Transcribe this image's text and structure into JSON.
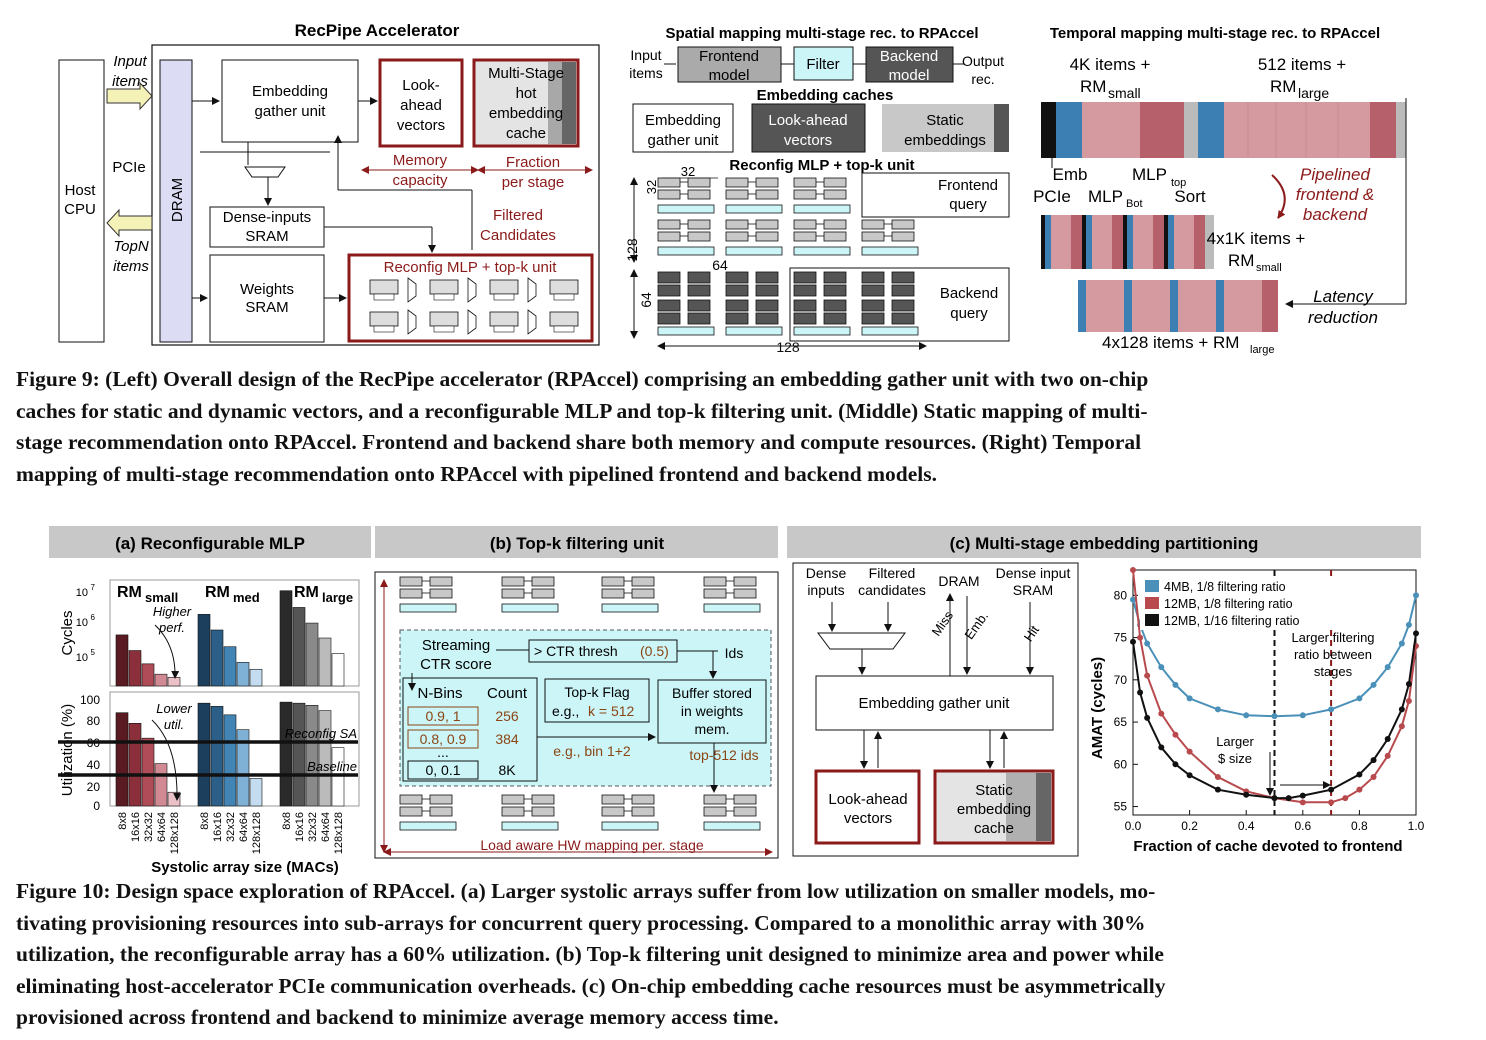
{
  "fig9": {
    "left": {
      "title": "RecPipe Accelerator",
      "host_cpu": [
        "Host",
        "CPU"
      ],
      "input_items": [
        "Input",
        "items"
      ],
      "pcie": "PCIe",
      "topn_items": [
        "TopN",
        "items"
      ],
      "dram": "DRAM",
      "embedding_gather": [
        "Embedding",
        "gather unit"
      ],
      "lookahead": [
        "Look-",
        "ahead",
        "vectors"
      ],
      "multistage_cache": [
        "Multi-Stage",
        "hot",
        "embedding",
        "cache"
      ],
      "memory_capacity": [
        "Memory",
        "capacity"
      ],
      "fraction_per_stage": [
        "Fraction",
        "per stage"
      ],
      "dense_inputs_sram": [
        "Dense-inputs",
        "SRAM"
      ],
      "weights_sram": [
        "Weights",
        "SRAM"
      ],
      "filtered_candidates": [
        "Filtered",
        "Candidates"
      ],
      "reconfig_unit": "Reconfig MLP + top-k unit"
    },
    "middle": {
      "title": "Spatial mapping multi-stage rec. to RPAccel",
      "input_items": [
        "Input",
        "items"
      ],
      "frontend_model": [
        "Frontend",
        "model"
      ],
      "filter": "Filter",
      "backend_model": [
        "Backend",
        "model"
      ],
      "output_rec": [
        "Output",
        "rec."
      ],
      "embedding_caches": "Embedding caches",
      "embedding_gather": [
        "Embedding",
        "gather unit"
      ],
      "lookahead": [
        "Look-ahead",
        "vectors"
      ],
      "static_embeddings": [
        "Static",
        "embeddings"
      ],
      "reconfig_title": "Reconfig MLP + top-k unit",
      "dim_32_top": "32",
      "dim_32_left": "32",
      "dim_128_left": "128",
      "dim_64_mid": "64",
      "dim_64_left": "64",
      "dim_128_bottom": "128",
      "frontend_query": [
        "Frontend",
        "query"
      ],
      "backend_query": [
        "Backend",
        "query"
      ]
    },
    "right": {
      "title": "Temporal mapping multi-stage rec. to RPAccel",
      "label_4k": [
        "4K items +",
        "RM",
        "small"
      ],
      "label_512": [
        "512 items +",
        "RM",
        "large"
      ],
      "emb": "Emb",
      "mlp_top": [
        "MLP",
        "top"
      ],
      "pcie": "PCIe",
      "mlp_bot": [
        "MLP",
        "Bot"
      ],
      "sort": "Sort",
      "pipelined": [
        "Pipelined",
        "frontend &",
        "backend"
      ],
      "label_4x1k": [
        "4x1K items +",
        "RM",
        "small"
      ],
      "latency": [
        "Latency",
        "reduction"
      ],
      "label_4x128": [
        "4x128 items + RM",
        "large"
      ]
    },
    "caption_lines": [
      "Figure 9: (Left) Overall design of the RecPipe accelerator (RPAccel) comprising an embedding gather unit with two on-chip",
      "caches for static and dynamic vectors, and a reconfigurable MLP and top-k filtering unit. (Middle) Static mapping of multi-",
      "stage recommendation onto RPAccel. Frontend and backend share both memory and compute resources. (Right) Temporal",
      "mapping of multi-stage recommendation onto RPAccel with pipelined frontend and backend models."
    ]
  },
  "fig10": {
    "a": {
      "header": "(a) Reconfigurable MLP",
      "rm_small": [
        "RM",
        "small"
      ],
      "rm_med": [
        "RM",
        "med"
      ],
      "rm_large": [
        "RM",
        "large"
      ],
      "higher_perf": [
        "Higher",
        "perf."
      ],
      "lower_util": [
        "Lower",
        "util."
      ],
      "reconfig_sa": "Reconfig SA",
      "baseline": "Baseline",
      "ylabel_cycles": "Cycles",
      "ylabel_util": "Utilization (%)",
      "xlabel": "Systolic array size (MACs)",
      "cycle_ticks": [
        "10",
        "7",
        "10",
        "6",
        "10",
        "5"
      ],
      "util_ticks": [
        "100",
        "80",
        "60",
        "40",
        "20",
        "0"
      ],
      "sizes": [
        "8x8",
        "16x16",
        "32x32",
        "64x64",
        "128x128"
      ]
    },
    "b": {
      "header": "(b) Top-k filtering unit",
      "streaming": [
        "Streaming",
        "CTR score"
      ],
      "ctr_thresh": "> CTR thresh",
      "thresh_val": "(0.5)",
      "ids": "Ids",
      "nbins": "N-Bins",
      "count": "Count",
      "bins": [
        [
          "0.9, 1",
          "256"
        ],
        [
          "0.8, 0.9",
          "384"
        ],
        [
          "0, 0.1",
          "8K"
        ]
      ],
      "dots": "...",
      "topk_flag": "Top-k Flag",
      "eg_k": "e.g., ",
      "k512": "k = 512",
      "eg_bin": "e.g., bin 1+2",
      "buffer": [
        "Buffer stored",
        "in weights",
        "mem."
      ],
      "top512": "top-512 ids",
      "load_aware": "Load aware HW mapping per. stage"
    },
    "c": {
      "header": "(c) Multi-stage embedding partitioning",
      "dense_inputs": [
        "Dense",
        "inputs"
      ],
      "filtered": [
        "Filtered",
        "candidates"
      ],
      "dram": "DRAM",
      "dense_sram": [
        "Dense input",
        "SRAM"
      ],
      "miss": "Miss",
      "emb": "Emb.",
      "hit": "Hit",
      "gather": "Embedding gather unit",
      "lookahead": [
        "Look-ahead",
        "vectors"
      ],
      "static_cache": [
        "Static",
        "embedding",
        "cache"
      ],
      "ylabel": "AMAT (cycles)",
      "xlabel": "Fraction of cache devoted to frontend",
      "xticks": [
        "0.0",
        "0.2",
        "0.4",
        "0.6",
        "0.8",
        "1.0"
      ],
      "yticks": [
        "80",
        "75",
        "70",
        "65",
        "60",
        "55"
      ],
      "larger_filtering": [
        "Larger filtering",
        "ratio between",
        "stages"
      ],
      "larger_cache": [
        "Larger",
        "$ size"
      ]
    },
    "caption_lines": [
      "Figure 10: Design space exploration of RPAccel. (a) Larger systolic arrays suffer from low utilization on smaller models, mo-",
      "tivating provisioning resources into sub-arrays for concurrent query processing. Compared to a monolithic array with 30%",
      "utilization, the reconfigurable array has a 60% utilization. (b) Top-k filtering unit designed to minimize area and power while",
      "eliminating host-accelerator PCIe communication overheads. (c) On-chip embedding cache resources must be asymmetrically",
      "provisioned across frontend and backend to minimize average memory access time."
    ]
  },
  "chart_data": [
    {
      "type": "bar",
      "title": "",
      "ylabel": "Cycles",
      "yscale": "log",
      "ylim": [
        30000,
        15000000
      ],
      "categories": [
        "8x8",
        "16x16",
        "32x32",
        "64x64",
        "128x128"
      ],
      "series": [
        {
          "name": "RMsmall",
          "values": [
            600000,
            240000,
            110000,
            60000,
            50000
          ]
        },
        {
          "name": "RMmed",
          "values": [
            2000000,
            800000,
            300000,
            120000,
            80000
          ]
        },
        {
          "name": "RMlarge",
          "values": [
            8000000,
            3000000,
            1200000,
            500000,
            200000
          ]
        }
      ]
    },
    {
      "type": "bar",
      "title": "",
      "ylabel": "Utilization (%)",
      "xlabel": "Systolic array size (MACs)",
      "ylim": [
        0,
        100
      ],
      "categories": [
        "8x8",
        "16x16",
        "32x32",
        "64x64",
        "128x128"
      ],
      "series": [
        {
          "name": "RMsmall",
          "values": [
            88,
            78,
            64,
            40,
            13
          ]
        },
        {
          "name": "RMmed",
          "values": [
            97,
            94,
            86,
            72,
            26
          ]
        },
        {
          "name": "RMlarge",
          "values": [
            98,
            97,
            95,
            90,
            55
          ]
        }
      ],
      "reference_lines": [
        {
          "name": "Reconfig SA",
          "value": 60
        },
        {
          "name": "Baseline",
          "value": 30
        }
      ]
    },
    {
      "type": "line",
      "xlabel": "Fraction of cache devoted to frontend",
      "ylabel": "AMAT (cycles)",
      "xlim": [
        0,
        1
      ],
      "ylim": [
        54,
        83
      ],
      "series": [
        {
          "name": "4MB, 1/8 filtering ratio",
          "color": "#4a90b8",
          "x": [
            0.0,
            0.025,
            0.05,
            0.1,
            0.15,
            0.2,
            0.3,
            0.4,
            0.5,
            0.6,
            0.7,
            0.8,
            0.85,
            0.9,
            0.95,
            0.975,
            1.0
          ],
          "y": [
            79.5,
            76.5,
            74.3,
            71.5,
            69.4,
            67.8,
            66.5,
            65.8,
            65.7,
            65.8,
            66.5,
            67.8,
            69.4,
            71.5,
            74.3,
            76.5,
            80
          ]
        },
        {
          "name": "12MB, 1/8 filtering ratio",
          "color": "#b84a4e",
          "x": [
            0.0,
            0.025,
            0.05,
            0.1,
            0.15,
            0.2,
            0.3,
            0.4,
            0.5,
            0.6,
            0.7,
            0.75,
            0.8,
            0.85,
            0.9,
            0.95,
            0.975,
            1.0
          ],
          "y": [
            83,
            75,
            70.5,
            66,
            63.5,
            61.5,
            58.5,
            56.8,
            56,
            55.5,
            55.5,
            56,
            57,
            58.5,
            61,
            64.5,
            67.5,
            74
          ]
        },
        {
          "name": "12MB, 1/16 filtering ratio",
          "color": "#111111",
          "x": [
            0.0,
            0.025,
            0.05,
            0.1,
            0.15,
            0.2,
            0.3,
            0.4,
            0.5,
            0.55,
            0.6,
            0.7,
            0.8,
            0.85,
            0.9,
            0.95,
            0.975,
            1.0
          ],
          "y": [
            74.5,
            68.5,
            65.5,
            62,
            60,
            58.7,
            57,
            56.4,
            56,
            56,
            56.3,
            57,
            58.8,
            60.5,
            63,
            66.5,
            69.5,
            75.5
          ]
        }
      ],
      "vertical_lines": [
        {
          "x": 0.5,
          "style": "dashed",
          "color": "#111111"
        },
        {
          "x": 0.7,
          "style": "dashed",
          "color": "#8b1a1a"
        }
      ]
    }
  ]
}
